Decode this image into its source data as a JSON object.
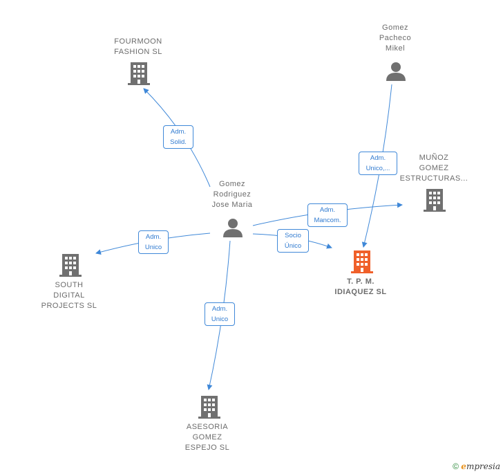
{
  "nodes": {
    "fourmoon": {
      "label": "FOURMOON\nFASHION SL",
      "type": "company"
    },
    "gomez_pacheco": {
      "label": "Gomez\nPacheco\nMikel",
      "type": "person"
    },
    "munoz": {
      "label": "MUÑOZ\nGOMEZ\nESTRUCTURAS...",
      "type": "company"
    },
    "gomez_rodriguez": {
      "label": "Gomez\nRodriguez\nJose Maria",
      "type": "person"
    },
    "tpm": {
      "label": "T. P. M.\nIDIAQUEZ SL",
      "type": "company-focus"
    },
    "south": {
      "label": "SOUTH\nDIGITAL\nPROJECTS SL",
      "type": "company"
    },
    "asesoria": {
      "label": "ASESORIA\nGOMEZ\nESPEJO SL",
      "type": "company"
    }
  },
  "edges": {
    "e1": {
      "label": "Adm.\nSolid."
    },
    "e2": {
      "label": "Adm.\nUnico,..."
    },
    "e3": {
      "label": "Adm.\nMancom."
    },
    "e4": {
      "label": "Socio\nÚnico"
    },
    "e5": {
      "label": "Adm.\nUnico"
    },
    "e6": {
      "label": "Adm.\nUnico"
    }
  },
  "colors": {
    "edge": "#3f88d8",
    "icon": "#707070",
    "focus": "#f0602a"
  },
  "footer": {
    "copyright": "©",
    "brand_e": "e",
    "brand_rest": "mpresia"
  }
}
